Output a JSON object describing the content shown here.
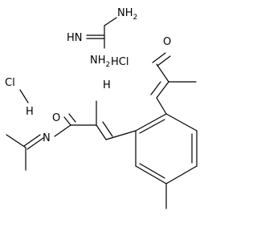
{
  "atoms": {
    "guanidine_nh2": "NH",
    "guanidine_nh2_sub": "2",
    "guanidine_imine": "HN",
    "guanidine_nh2_lower": "NH",
    "guanidine_nh2_lower_sub": "2",
    "hcl_cl_upper": "HCl",
    "hcl_h_upper": "H",
    "amide_o_upper": "O",
    "hcl_cl_left": "Cl",
    "hcl_h_left": "H",
    "amide_o_lower": "O",
    "imine_n": "N"
  }
}
